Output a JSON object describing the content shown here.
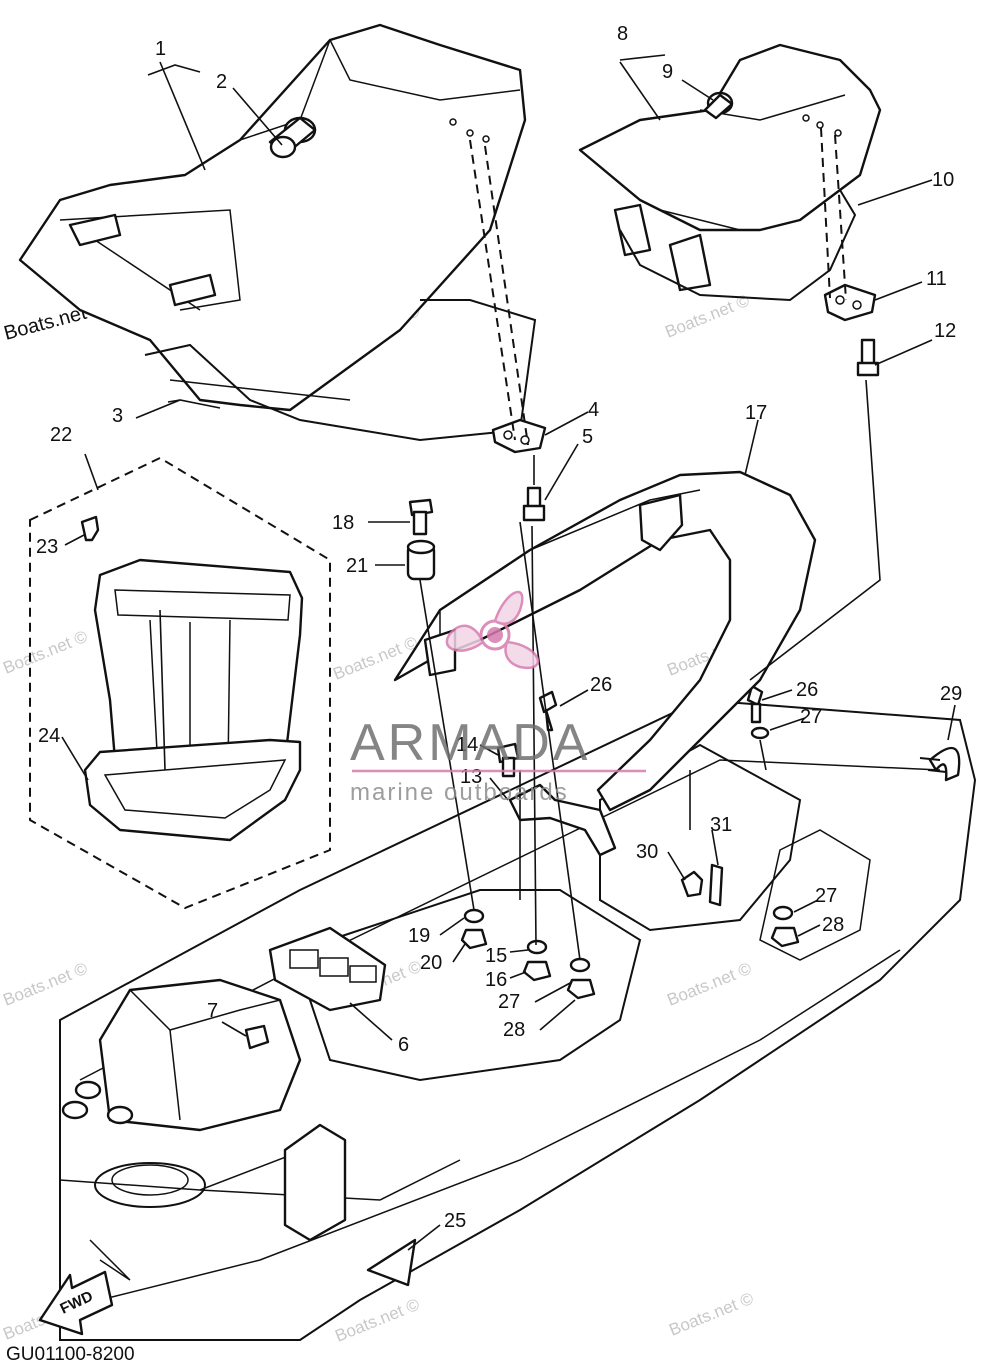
{
  "diagram": {
    "code": "GU01100-8200",
    "fwd_label": "FWD",
    "watermark": "Boats.net ©",
    "brand": {
      "name": "ARMADA",
      "tagline": "marine outboards",
      "accent": "#d77bb0",
      "text_color": "#707070"
    },
    "callouts": [
      {
        "id": "1",
        "text": "1"
      },
      {
        "id": "2",
        "text": "2"
      },
      {
        "id": "3",
        "text": "3"
      },
      {
        "id": "4",
        "text": "4"
      },
      {
        "id": "5",
        "text": "5"
      },
      {
        "id": "6",
        "text": "6"
      },
      {
        "id": "7",
        "text": "7"
      },
      {
        "id": "8",
        "text": "8"
      },
      {
        "id": "9",
        "text": "9"
      },
      {
        "id": "10",
        "text": "10"
      },
      {
        "id": "11",
        "text": "11"
      },
      {
        "id": "12",
        "text": "12"
      },
      {
        "id": "13",
        "text": "13"
      },
      {
        "id": "14",
        "text": "14"
      },
      {
        "id": "15",
        "text": "15"
      },
      {
        "id": "16",
        "text": "16"
      },
      {
        "id": "17",
        "text": "17"
      },
      {
        "id": "18",
        "text": "18"
      },
      {
        "id": "19",
        "text": "19"
      },
      {
        "id": "20",
        "text": "20"
      },
      {
        "id": "21",
        "text": "21"
      },
      {
        "id": "22",
        "text": "22"
      },
      {
        "id": "23",
        "text": "23"
      },
      {
        "id": "24",
        "text": "24"
      },
      {
        "id": "25",
        "text": "25"
      },
      {
        "id": "26a",
        "text": "26"
      },
      {
        "id": "26b",
        "text": "26"
      },
      {
        "id": "27a",
        "text": "27"
      },
      {
        "id": "27b",
        "text": "27"
      },
      {
        "id": "27c",
        "text": "27"
      },
      {
        "id": "28a",
        "text": "28"
      },
      {
        "id": "28b",
        "text": "28"
      },
      {
        "id": "29",
        "text": "29"
      },
      {
        "id": "30",
        "text": "30"
      },
      {
        "id": "31",
        "text": "31"
      }
    ]
  }
}
